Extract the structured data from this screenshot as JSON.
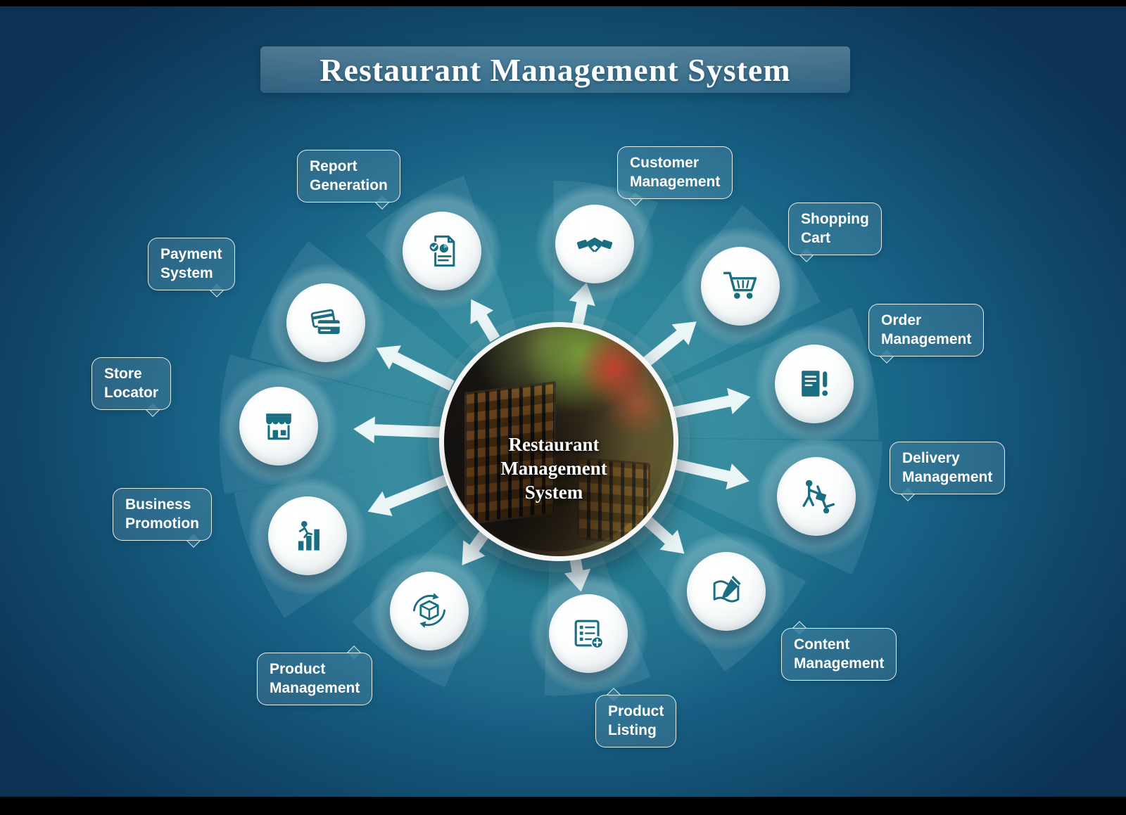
{
  "title": "Restaurant Management System",
  "center": {
    "title": "Restaurant\nManagement\nSystem"
  },
  "nodes": [
    {
      "id": "report-generation",
      "label": "Report\nGeneration",
      "icon": "report-icon"
    },
    {
      "id": "customer-management",
      "label": "Customer\nManagement",
      "icon": "handshake-icon"
    },
    {
      "id": "shopping-cart",
      "label": "Shopping\nCart",
      "icon": "shopping-cart-icon"
    },
    {
      "id": "order-management",
      "label": "Order\nManagement",
      "icon": "order-document-icon"
    },
    {
      "id": "delivery-management",
      "label": "Delivery\nManagement",
      "icon": "delivery-trolley-icon"
    },
    {
      "id": "content-management",
      "label": "Content\nManagement",
      "icon": "pencil-document-icon"
    },
    {
      "id": "product-listing",
      "label": "Product\nListing",
      "icon": "list-add-icon"
    },
    {
      "id": "product-management",
      "label": "Product\nManagement",
      "icon": "box-sync-icon"
    },
    {
      "id": "business-promotion",
      "label": "Business\nPromotion",
      "icon": "growth-chart-icon"
    },
    {
      "id": "store-locator",
      "label": "Store\nLocator",
      "icon": "storefront-icon"
    },
    {
      "id": "payment-system",
      "label": "Payment\nSystem",
      "icon": "credit-card-icon"
    }
  ],
  "colors": {
    "accent_teal": "#1a6e81",
    "background_center": "#26899b",
    "background_edge": "#0c3153",
    "node_fill": "#ffffff",
    "text": "#ffffff"
  }
}
